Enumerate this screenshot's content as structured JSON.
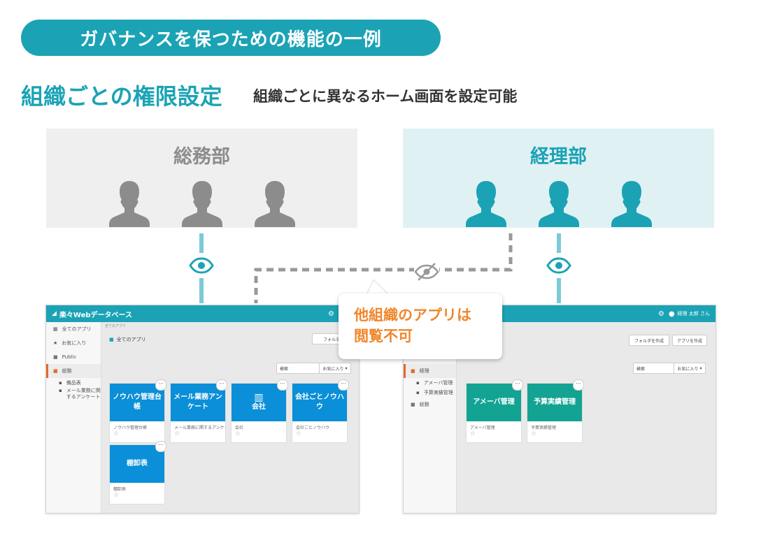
{
  "banner": {
    "label": "ガバナンスを保つための機能の一例"
  },
  "heading": {
    "title": "組織ごとの権限設定",
    "subtitle": "組織ごとに異なるホーム画面を設定可能"
  },
  "departments": [
    {
      "name": "総務部",
      "color": "#8c8c8c",
      "bg": "#efefef",
      "access": "visible"
    },
    {
      "name": "経理部",
      "color": "#1ba3b5",
      "bg": "#e0f1f4",
      "access": "visible"
    }
  ],
  "callout": {
    "line1": "他組織のアプリは",
    "line2": "閲覧不可"
  },
  "left_window": {
    "app_title": "楽々Webデータベース",
    "sidebar": [
      {
        "label": "全てのアプリ",
        "icon": "grid-icon"
      },
      {
        "label": "お気に入り",
        "icon": "star-icon"
      },
      {
        "label": "Public",
        "icon": "folder-icon"
      },
      {
        "label": "総務",
        "icon": "folder-icon"
      },
      {
        "label": "備品表",
        "icon": "app-icon"
      },
      {
        "label": "メール業務に関するアンケート",
        "icon": "app-icon"
      }
    ],
    "breadcrumb": "全てのアプリ",
    "section_title": "全てのアプリ",
    "search_placeholder": "検索",
    "sort_label": "お気に入り",
    "folder_button": "フォルダを",
    "cards": [
      {
        "title": "ノウハウ管理台帳",
        "caption": "ノウハウ管理台帳"
      },
      {
        "title": "メール業務アンケート",
        "caption": "メール業務に関するアンケート"
      },
      {
        "title": "会社",
        "caption": "会社"
      },
      {
        "title": "会社ごとノウハウ",
        "caption": "会社ごとノウハウ"
      },
      {
        "title": "棚卸表",
        "caption": "棚卸表"
      }
    ]
  },
  "right_window": {
    "user_label": "経理 太郎 さん",
    "sidebar": [
      {
        "label": "経理",
        "icon": "folder-icon"
      },
      {
        "label": "アメーバ管理",
        "icon": "app-icon"
      },
      {
        "label": "予算実績管理",
        "icon": "app-icon"
      },
      {
        "label": "総務",
        "icon": "folder-icon"
      }
    ],
    "search_placeholder": "検索",
    "sort_label": "お気に入り",
    "folder_button": "フォルダを作成",
    "app_button": "アプリを作成",
    "cards": [
      {
        "title": "アメーバ管理",
        "caption": "アメーバ管理"
      },
      {
        "title": "予算実績管理",
        "caption": "予算実績管理"
      }
    ]
  },
  "colors": {
    "accent": "#1ba3b5",
    "card_blue": "#0a8fd8",
    "card_teal": "#13a393",
    "callout": "#f0862b"
  }
}
